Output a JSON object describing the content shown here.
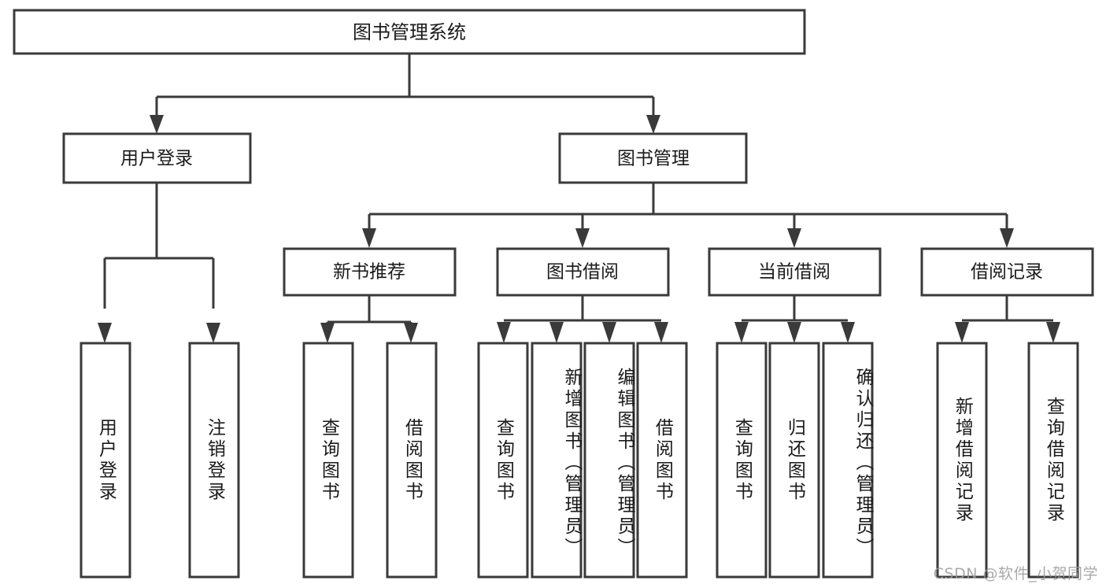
{
  "diagram": {
    "title": "图书管理系统",
    "type": "功能结构图",
    "watermark": "CSDN @软件_小贺同学",
    "colors": {
      "box_stroke": "#3a3a3a",
      "box_fill": "#ffffff",
      "text": "#1a1a1a",
      "background": "#ffffff",
      "watermark": "#9b9b9b"
    },
    "root": {
      "label": "图书管理系统"
    },
    "level2": [
      {
        "label": "用户登录"
      },
      {
        "label": "图书管理"
      }
    ],
    "level3": [
      {
        "label": "新书推荐"
      },
      {
        "label": "图书借阅"
      },
      {
        "label": "当前借阅"
      },
      {
        "label": "借阅记录"
      }
    ],
    "groups": [
      {
        "parent": "用户登录",
        "leaves": [
          {
            "label": "用户登录"
          },
          {
            "label": "注销登录"
          }
        ]
      },
      {
        "parent": "新书推荐",
        "leaves": [
          {
            "label": "查询图书"
          },
          {
            "label": "借阅图书"
          }
        ]
      },
      {
        "parent": "图书借阅",
        "leaves": [
          {
            "label": "查询图书"
          },
          {
            "label": "新增图书（管理员）"
          },
          {
            "label": "编辑图书（管理员）"
          },
          {
            "label": "借阅图书"
          }
        ]
      },
      {
        "parent": "当前借阅",
        "leaves": [
          {
            "label": "查询图书"
          },
          {
            "label": "归还图书"
          },
          {
            "label": "确认归还（管理员）"
          }
        ]
      },
      {
        "parent": "借阅记录",
        "leaves": [
          {
            "label": "新增借阅记录"
          },
          {
            "label": "查询借阅记录"
          }
        ]
      }
    ],
    "leaf_labels": {
      "l0": "用户登录",
      "l1": "注销登录",
      "l2": "查询图书",
      "l3": "借阅图书",
      "l4": "查询图书",
      "l5": "新增图书（管理员）",
      "l6": "编辑图书（管理员）",
      "l7": "借阅图书",
      "l8": "查询图书",
      "l9": "归还图书",
      "l10": "确认归还（管理员）",
      "l11": "新增借阅记录",
      "l12": "查询借阅记录"
    }
  }
}
